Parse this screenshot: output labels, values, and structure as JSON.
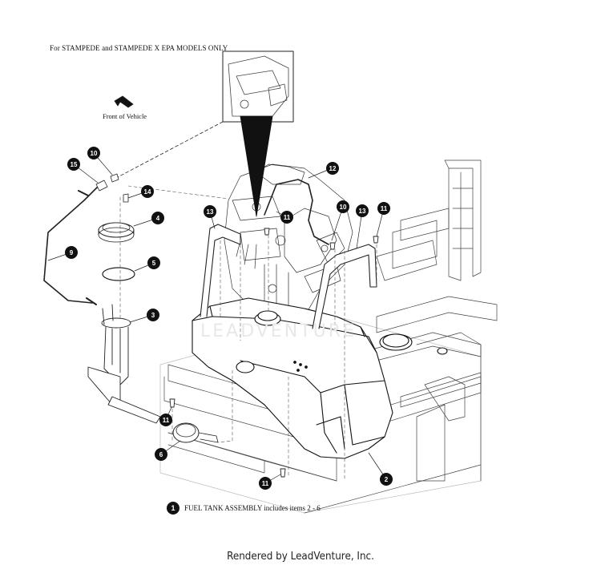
{
  "heading": "For STAMPEDE and STAMPEDE X EPA MODELS ONLY",
  "front_label": "Front of Vehicle",
  "watermark": "LEADVENTURE",
  "legend": {
    "number": "1",
    "text": "FUEL TANK ASSEMBLY includes items 2 - 6"
  },
  "footer": "Rendered by LeadVenture, Inc.",
  "callouts": [
    "15",
    "10",
    "14",
    "4",
    "9",
    "5",
    "3",
    "13",
    "11",
    "12",
    "10",
    "13",
    "11",
    "11",
    "6",
    "11",
    "2"
  ],
  "colors": {
    "line": "#222222",
    "callout_fill": "#111111"
  }
}
